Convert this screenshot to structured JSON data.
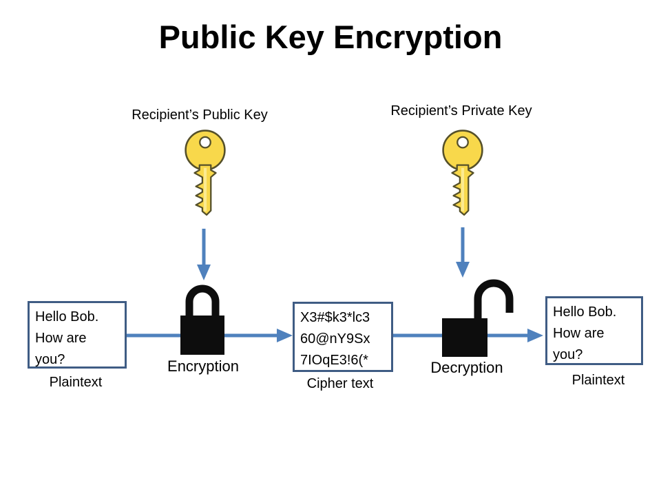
{
  "title": "Public Key Encryption",
  "colors": {
    "arrow": "#4f81bd",
    "box_border": "#3f5c84",
    "key_fill": "#f8d84b",
    "key_highlight": "#fcea90",
    "key_stroke": "#55502a",
    "lock": "#0d0d0d",
    "text": "#000000"
  },
  "keys": {
    "public": {
      "label": "Recipient’s Public Key",
      "icon": "key-icon"
    },
    "private": {
      "label": "Recipient’s Private Key",
      "icon": "key-icon"
    }
  },
  "flow": {
    "plaintext_left": {
      "text": "Hello Bob.\nHow are\nyou?",
      "caption": "Plaintext"
    },
    "encryption": {
      "label": "Encryption",
      "icon": "closed-padlock-icon"
    },
    "ciphertext": {
      "text": "X3#$k3*lc3\n60@nY9Sx\n7IOqE3!6(*",
      "caption": "Cipher text"
    },
    "decryption": {
      "label": "Decryption",
      "icon": "open-padlock-icon"
    },
    "plaintext_right": {
      "text": "Hello Bob.\nHow are\nyou?",
      "caption": "Plaintext"
    }
  }
}
